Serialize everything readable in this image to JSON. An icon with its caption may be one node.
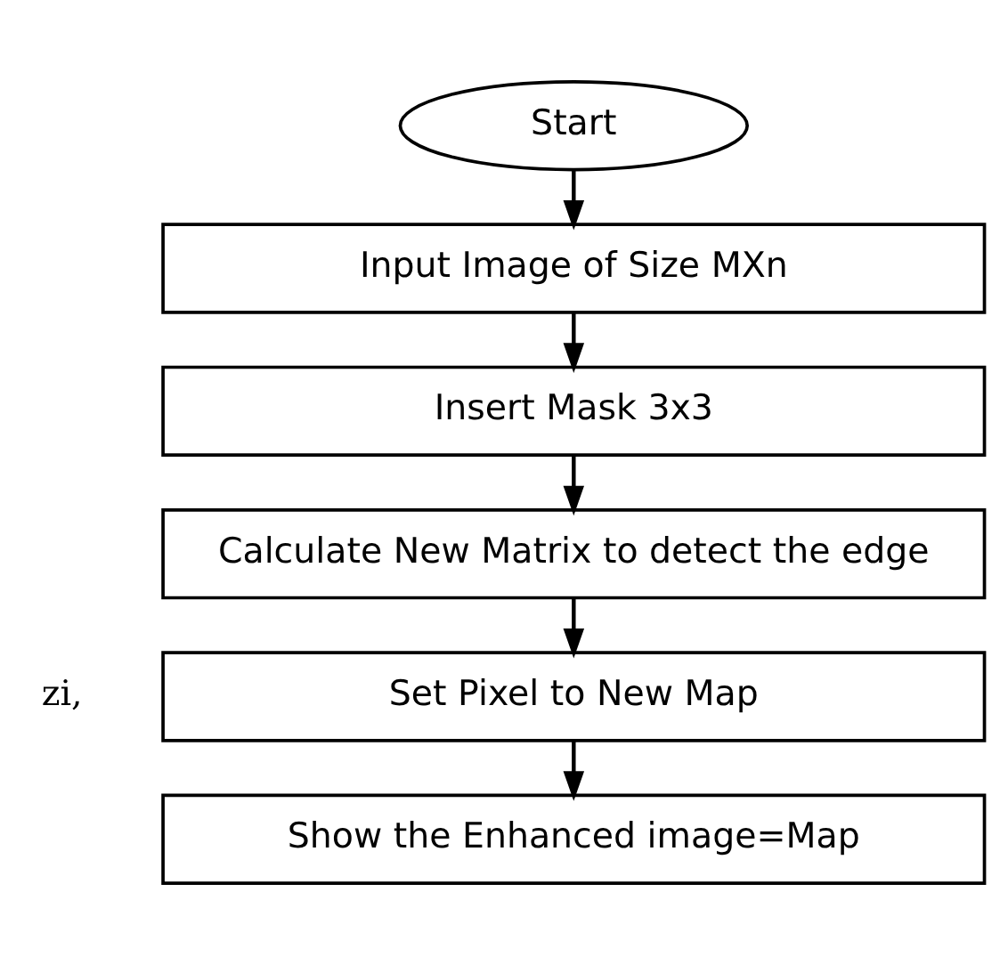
{
  "diagram": {
    "nodes": [
      {
        "text": [
          "Start"
        ]
      },
      {
        "text": [
          "Input Image of Size MXn"
        ]
      },
      {
        "text": [
          "Insert Mask 3x3"
        ]
      },
      {
        "text": [
          "Calculate New Matrix to detect the edge"
        ]
      },
      {
        "text": [
          "Set Pixel to New Map"
        ]
      },
      {
        "text": [
          "Show the Enhanced image=Map"
        ]
      }
    ],
    "edges": [
      {
        "from": 0,
        "to": 1,
        "arrow": "to"
      },
      {
        "from": 1,
        "to": 2,
        "arrow": "to"
      },
      {
        "from": 2,
        "to": 3,
        "arrow": "to"
      },
      {
        "from": 3,
        "to": 4,
        "arrow": "to"
      },
      {
        "from": 4,
        "to": 5,
        "arrow": "to"
      }
    ],
    "labels": [
      "zi,"
    ]
  }
}
